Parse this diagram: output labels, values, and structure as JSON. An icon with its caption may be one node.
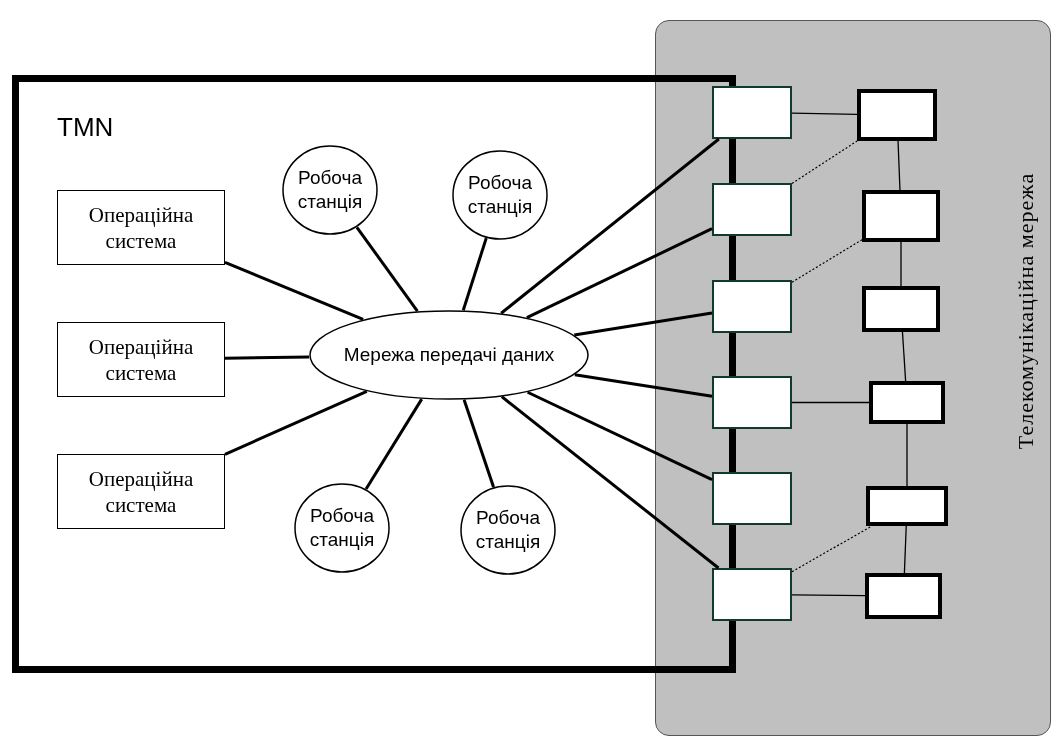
{
  "diagram": {
    "nodes": [
      {
        "text": [
          "TMN"
        ]
      },
      {
        "text": [
          "Телекомунікаційна мережа"
        ]
      },
      {
        "text": [
          "Мережа передачі даних"
        ],
        "in": 0
      },
      {
        "text": [
          "Операційна система"
        ],
        "in": 0
      },
      {
        "text": [
          "Операційна система"
        ],
        "in": 0
      },
      {
        "text": [
          "Операційна система"
        ],
        "in": 0
      },
      {
        "text": [
          "Робоча станція"
        ],
        "in": 0
      },
      {
        "text": [
          "Робоча станція"
        ],
        "in": 0
      },
      {
        "text": [
          "Робоча станція"
        ],
        "in": 0
      },
      {
        "text": [
          "Робоча станція"
        ],
        "in": 0
      },
      {
        "text": [],
        "shape": "box",
        "in": 1
      },
      {
        "text": [],
        "shape": "box",
        "in": 1
      },
      {
        "text": [],
        "shape": "box",
        "in": 1
      },
      {
        "text": [],
        "shape": "box",
        "in": 1
      },
      {
        "text": [],
        "shape": "box",
        "in": 1
      },
      {
        "text": [],
        "shape": "box",
        "in": 1
      },
      {
        "text": [],
        "shape": "box",
        "in": 1
      },
      {
        "text": [],
        "shape": "box",
        "in": 1
      },
      {
        "text": [],
        "shape": "box",
        "in": 1
      },
      {
        "text": [],
        "shape": "box",
        "in": 1
      },
      {
        "text": [],
        "shape": "box",
        "in": 1
      },
      {
        "text": [],
        "shape": "box",
        "in": 1
      }
    ],
    "edges": [
      {
        "from": 2,
        "to": 3,
        "arrow": "none"
      },
      {
        "from": 2,
        "to": 4,
        "arrow": "none"
      },
      {
        "from": 2,
        "to": 5,
        "arrow": "none"
      },
      {
        "from": 2,
        "to": 6,
        "arrow": "none"
      },
      {
        "from": 2,
        "to": 7,
        "arrow": "none"
      },
      {
        "from": 2,
        "to": 8,
        "arrow": "none"
      },
      {
        "from": 2,
        "to": 9,
        "arrow": "none"
      },
      {
        "from": 2,
        "to": 10,
        "arrow": "none"
      },
      {
        "from": 2,
        "to": 11,
        "arrow": "none"
      },
      {
        "from": 2,
        "to": 12,
        "arrow": "none"
      },
      {
        "from": 2,
        "to": 13,
        "arrow": "none"
      },
      {
        "from": 2,
        "to": 14,
        "arrow": "none"
      },
      {
        "from": 2,
        "to": 15,
        "arrow": "none"
      },
      {
        "from": 10,
        "to": 16,
        "arrow": "none"
      },
      {
        "from": 11,
        "to": 16,
        "arrow": "none",
        "style": "dashed"
      },
      {
        "from": 12,
        "to": 17,
        "arrow": "none",
        "style": "dashed"
      },
      {
        "from": 13,
        "to": 19,
        "arrow": "none"
      },
      {
        "from": 15,
        "to": 20,
        "arrow": "none",
        "style": "dashed"
      },
      {
        "from": 15,
        "to": 21,
        "arrow": "none"
      },
      {
        "from": 16,
        "to": 17,
        "arrow": "none"
      },
      {
        "from": 17,
        "to": 18,
        "arrow": "none"
      },
      {
        "from": 18,
        "to": 19,
        "arrow": "none"
      },
      {
        "from": 19,
        "to": 20,
        "arrow": "none"
      },
      {
        "from": 20,
        "to": 21,
        "arrow": "none"
      }
    ]
  }
}
